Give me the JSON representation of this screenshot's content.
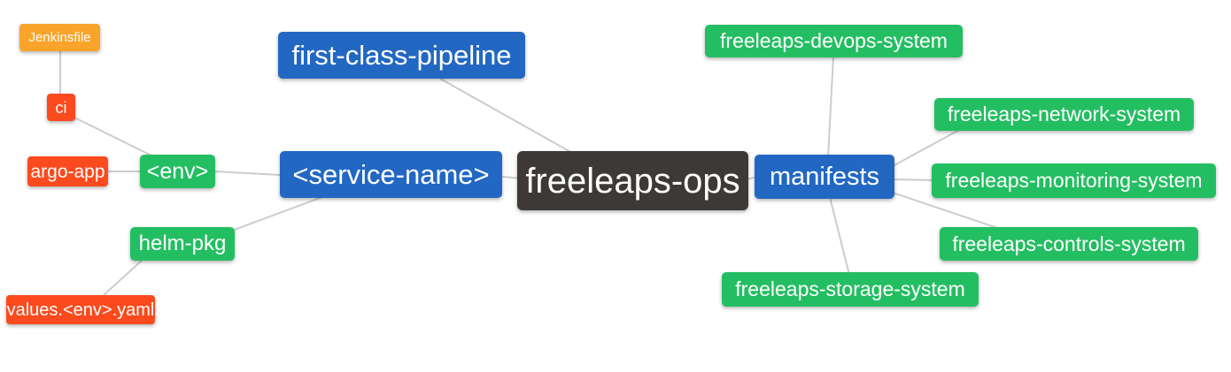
{
  "diagram": {
    "type": "mindmap",
    "root": "freeleaps_ops",
    "palette": {
      "root_bg": "#3C3936",
      "branch_bg": "#2268C3",
      "leaf_green_bg": "#24BE62",
      "leaf_red_bg": "#FB4A1D",
      "leaf_orange_bg": "#F9A42B",
      "text_color": "#FFFFFF",
      "edge_color": "#CCCCCC",
      "background": "#FFFFFF"
    },
    "nodes": {
      "jenkinsfile": {
        "label": "Jenkinsfile",
        "color_role": "leaf_orange"
      },
      "ci": {
        "label": "ci",
        "color_role": "leaf_red"
      },
      "argo_app": {
        "label": "argo-app",
        "color_role": "leaf_red"
      },
      "env": {
        "label": "<env>",
        "color_role": "leaf_green"
      },
      "helm_pkg": {
        "label": "helm-pkg",
        "color_role": "leaf_green"
      },
      "values_env_yaml": {
        "label": "values.<env>.yaml",
        "color_role": "leaf_red"
      },
      "first_class_pipeline": {
        "label": "first-class-pipeline",
        "color_role": "branch"
      },
      "service_name": {
        "label": "<service-name>",
        "color_role": "branch"
      },
      "freeleaps_ops": {
        "label": "freeleaps-ops",
        "color_role": "root"
      },
      "manifests": {
        "label": "manifests",
        "color_role": "branch"
      },
      "devops_system": {
        "label": "freeleaps-devops-system",
        "color_role": "leaf_green"
      },
      "network_system": {
        "label": "freeleaps-network-system",
        "color_role": "leaf_green"
      },
      "monitoring_system": {
        "label": "freeleaps-monitoring-system",
        "color_role": "leaf_green"
      },
      "controls_system": {
        "label": "freeleaps-controls-system",
        "color_role": "leaf_green"
      },
      "storage_system": {
        "label": "freeleaps-storage-system",
        "color_role": "leaf_green"
      }
    },
    "edges": [
      {
        "from": "jenkinsfile",
        "to": "ci"
      },
      {
        "from": "ci",
        "to": "env"
      },
      {
        "from": "argo_app",
        "to": "env"
      },
      {
        "from": "env",
        "to": "service_name"
      },
      {
        "from": "helm_pkg",
        "to": "service_name"
      },
      {
        "from": "values_env_yaml",
        "to": "helm_pkg"
      },
      {
        "from": "first_class_pipeline",
        "to": "freeleaps_ops"
      },
      {
        "from": "service_name",
        "to": "freeleaps_ops"
      },
      {
        "from": "freeleaps_ops",
        "to": "manifests"
      },
      {
        "from": "manifests",
        "to": "devops_system"
      },
      {
        "from": "manifests",
        "to": "network_system"
      },
      {
        "from": "manifests",
        "to": "monitoring_system"
      },
      {
        "from": "manifests",
        "to": "controls_system"
      },
      {
        "from": "manifests",
        "to": "storage_system"
      }
    ]
  }
}
